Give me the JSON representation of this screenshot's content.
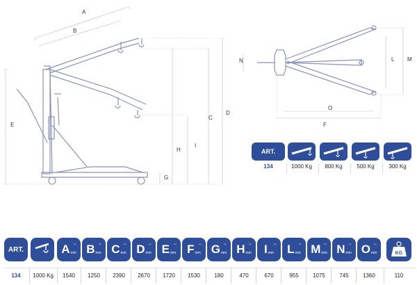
{
  "diagram": {
    "labels": {
      "A": "A",
      "B": "B",
      "C": "C",
      "D": "D",
      "E": "E",
      "F": "F",
      "G": "G",
      "H": "H",
      "I": "I",
      "L": "L",
      "M": "M",
      "N": "N",
      "O": "O"
    }
  },
  "small_table": {
    "art_header": "ART.",
    "art_value": "134",
    "capacities": [
      "1000 Kg",
      "800 Kg",
      "500 Kg",
      "300 Kg"
    ],
    "icons": [
      "crane-arm-position-1-icon",
      "crane-arm-position-2-icon",
      "crane-arm-position-3-icon",
      "crane-arm-position-4-icon"
    ]
  },
  "big_table": {
    "art_header": "ART.",
    "art_value": "134",
    "unit": "mm",
    "columns": [
      {
        "key": "capacity",
        "icon": "hook-icon",
        "value": "1000 Kg"
      },
      {
        "key": "A",
        "label": "A",
        "value": "1540"
      },
      {
        "key": "B",
        "label": "B",
        "value": "1250"
      },
      {
        "key": "C",
        "label": "C",
        "value": "2390"
      },
      {
        "key": "D",
        "label": "D",
        "value": "2670"
      },
      {
        "key": "E",
        "label": "E",
        "value": "1720"
      },
      {
        "key": "F",
        "label": "F",
        "value": "1530"
      },
      {
        "key": "G",
        "label": "G",
        "value": "180"
      },
      {
        "key": "H",
        "label": "H",
        "value": "470"
      },
      {
        "key": "I",
        "label": "I",
        "value": "670"
      },
      {
        "key": "L",
        "label": "L",
        "value": "955"
      },
      {
        "key": "M",
        "label": "M",
        "value": "1075"
      },
      {
        "key": "N",
        "label": "N",
        "value": "745"
      },
      {
        "key": "O",
        "label": "O",
        "value": "1360"
      },
      {
        "key": "weight",
        "icon": "weight-icon",
        "label": "KG",
        "value": "110"
      }
    ]
  }
}
